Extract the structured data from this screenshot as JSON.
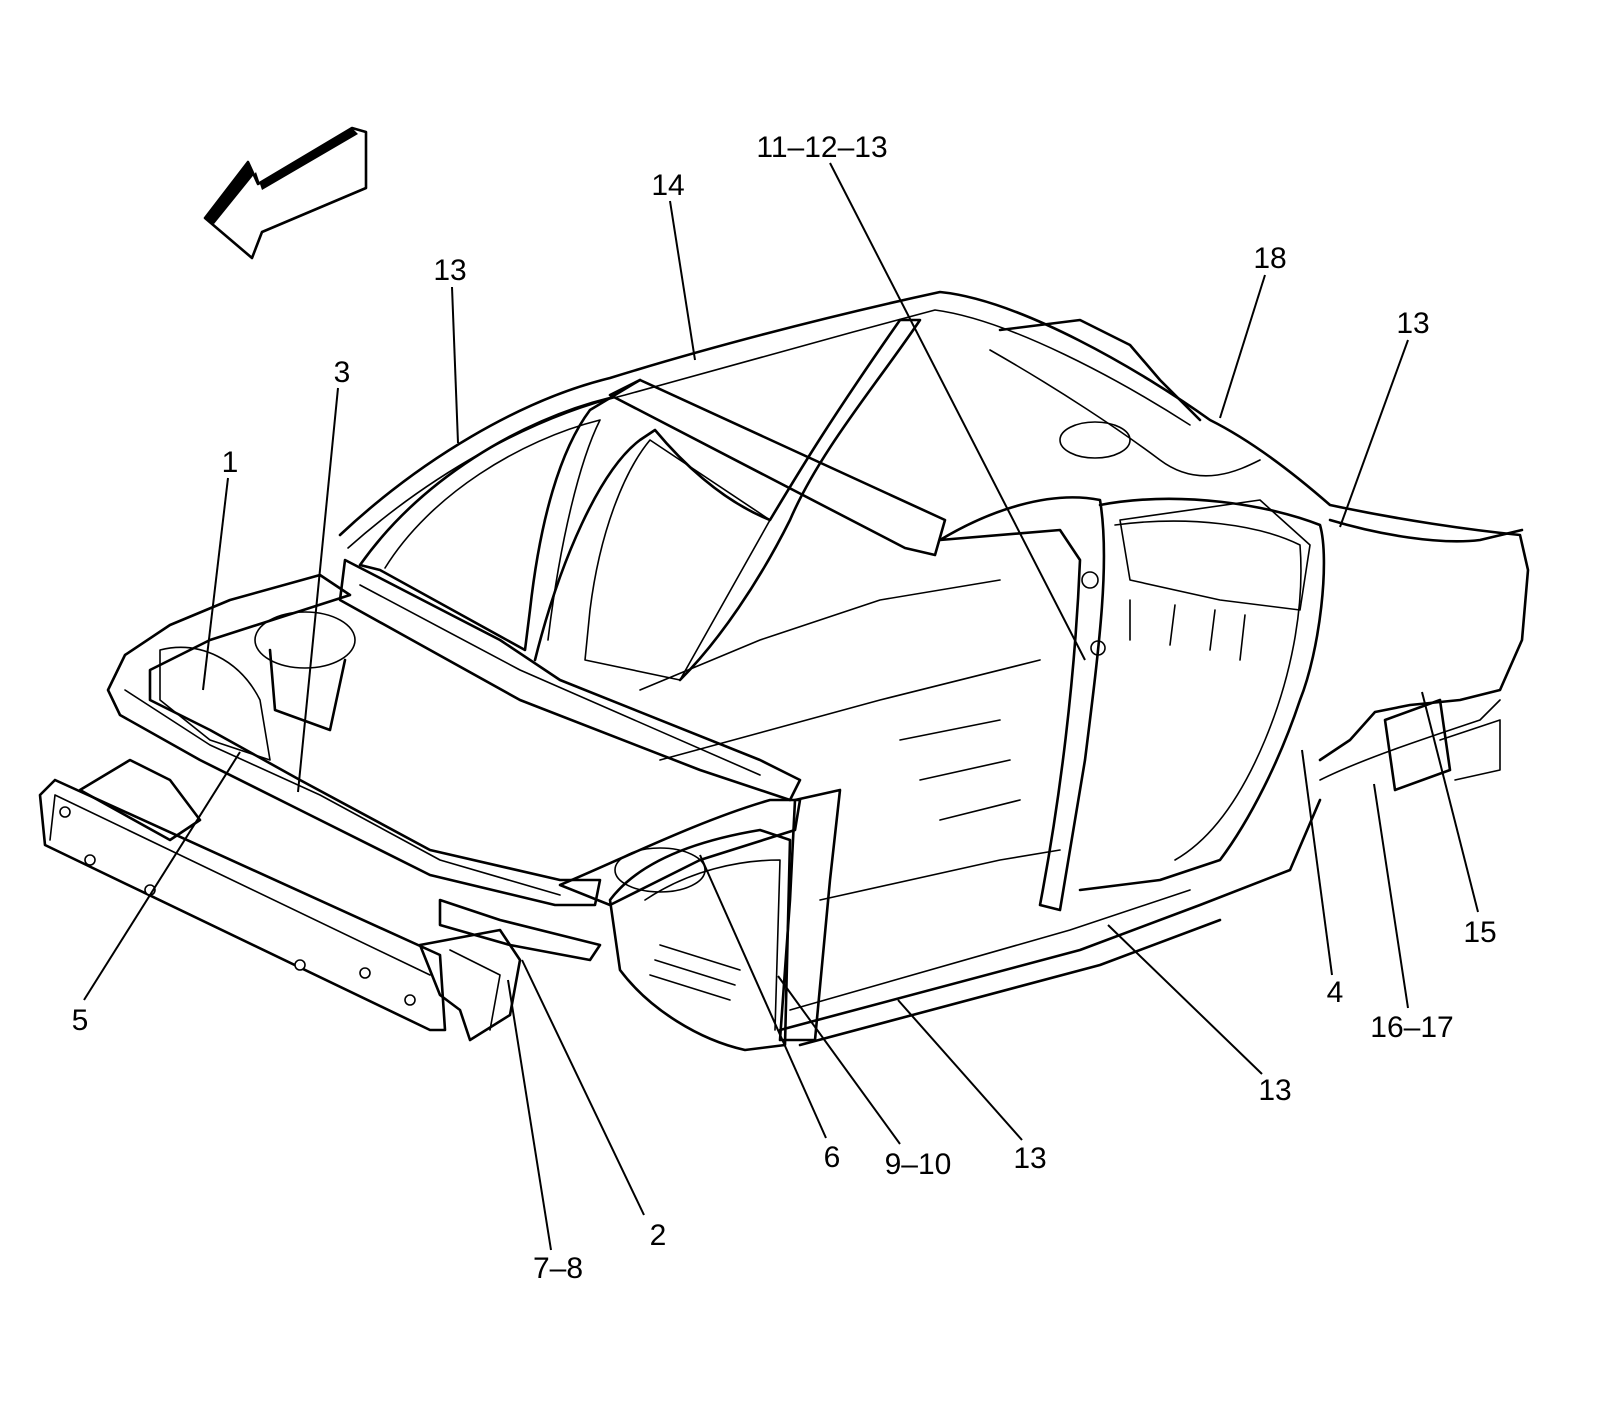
{
  "figure": {
    "view_arrow_icon": "forward-direction-arrow-icon",
    "callouts": [
      {
        "id": "c1",
        "text": "1"
      },
      {
        "id": "c3",
        "text": "3"
      },
      {
        "id": "c13a",
        "text": "13"
      },
      {
        "id": "c14",
        "text": "14"
      },
      {
        "id": "c11",
        "text": "11–12–13"
      },
      {
        "id": "c18",
        "text": "18"
      },
      {
        "id": "c13b",
        "text": "13"
      },
      {
        "id": "c15",
        "text": "15"
      },
      {
        "id": "c4",
        "text": "4"
      },
      {
        "id": "c16",
        "text": "16–17"
      },
      {
        "id": "c13c",
        "text": "13"
      },
      {
        "id": "c13d",
        "text": "13"
      },
      {
        "id": "c910",
        "text": "9–10"
      },
      {
        "id": "c6",
        "text": "6"
      },
      {
        "id": "c2",
        "text": "2"
      },
      {
        "id": "c78",
        "text": "7–8"
      },
      {
        "id": "c5",
        "text": "5"
      }
    ]
  }
}
